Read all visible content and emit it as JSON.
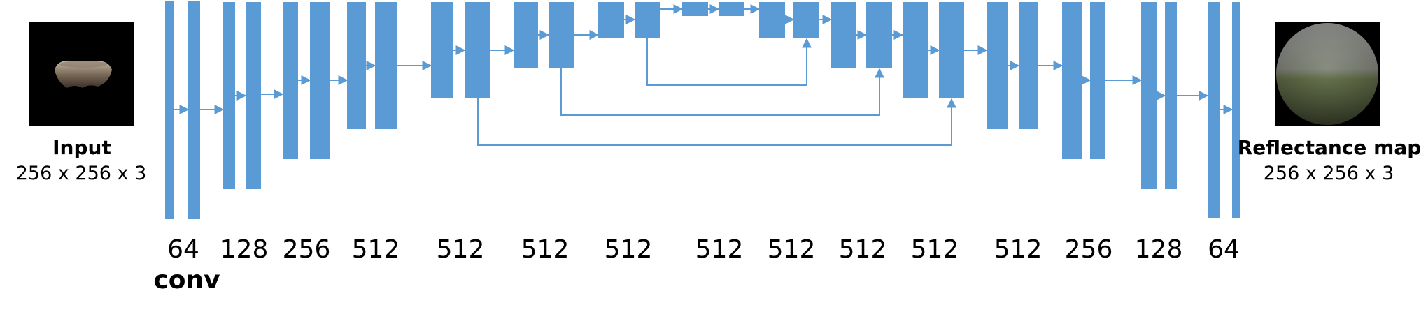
{
  "input": {
    "title": "Input",
    "dims": "256 x 256 x 3"
  },
  "output": {
    "title": "Reflectance map",
    "dims": "256 x 256 x 3"
  },
  "conv_label": "conv",
  "channels": [
    "64",
    "128",
    "256",
    "512",
    "512",
    "512",
    "512",
    "512",
    "512",
    "512",
    "512",
    "512",
    "256",
    "128",
    "64"
  ],
  "colors": {
    "block": "#5b9bd5",
    "arrow": "#5b9bd5",
    "text": "#000000",
    "image_bg": "#000000"
  }
}
